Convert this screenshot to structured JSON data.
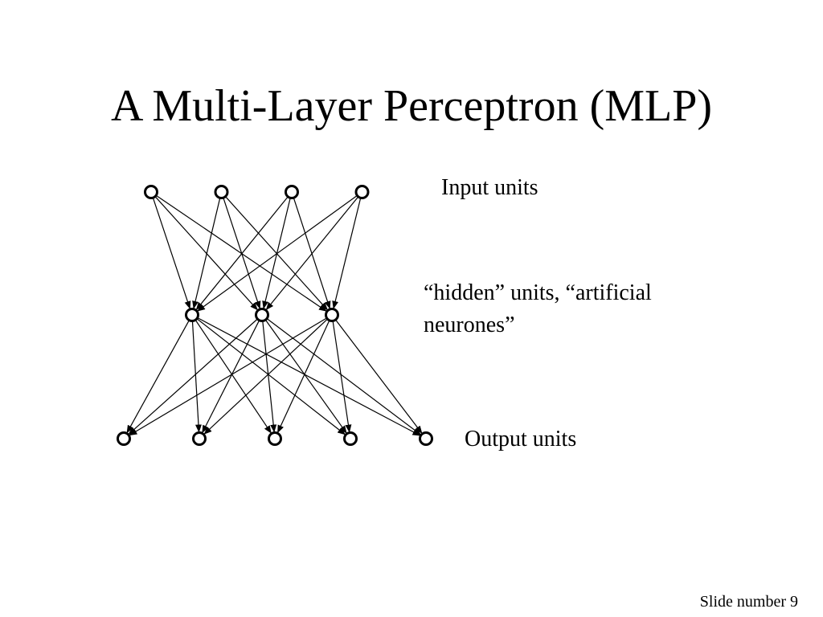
{
  "slide": {
    "title": "A Multi-Layer Perceptron (MLP)",
    "slide_number": "Slide number 9"
  },
  "diagram": {
    "layers": [
      {
        "name": "input",
        "units": 4,
        "label": "Input units"
      },
      {
        "name": "hidden",
        "units": 3,
        "label_lines": [
          "“hidden” units, “artificial",
          "neurones”"
        ]
      },
      {
        "name": "output",
        "units": 5,
        "label": "Output units"
      }
    ],
    "connectivity": "fully-connected",
    "arrow_direction": "downward",
    "colors": {
      "node_stroke": "#000000",
      "edge": "#000000",
      "background": "#ffffff"
    }
  }
}
